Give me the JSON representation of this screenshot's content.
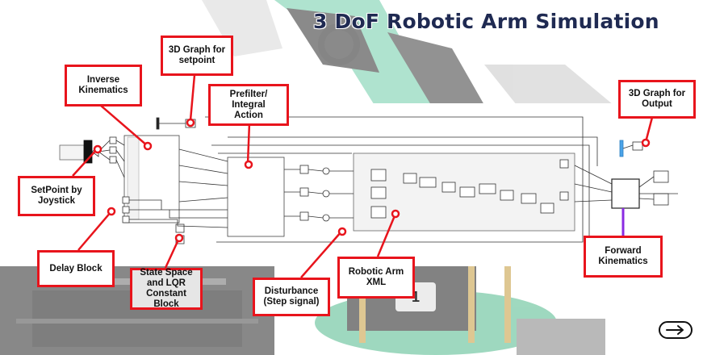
{
  "title": "3 DoF Robotic Arm Simulation",
  "labels": {
    "graph_setpoint": "3D Graph for\nsetpoint",
    "inverse_kinematics": "Inverse\nKinematics",
    "prefilter": "Prefilter/\nIntegral\nAction",
    "graph_output": "3D Graph for\nOutput",
    "setpoint_joystick": "SetPoint by\nJoystick",
    "delay_block": "Delay Block",
    "state_space": "State Space\nand LQR\nConstant Block",
    "disturbance": "Disturbance\n(Step signal)",
    "robotic_arm": "Robotic Arm\nXML",
    "forward_kinematics": "Forward\nKinematics"
  },
  "badge_number": "1",
  "colors": {
    "callout": "#e8141c",
    "title": "#1f2a52",
    "accent_green": "#5fbf95",
    "forward_line": "#8a2be2"
  },
  "icons": {
    "next": "arrow-right-icon"
  }
}
